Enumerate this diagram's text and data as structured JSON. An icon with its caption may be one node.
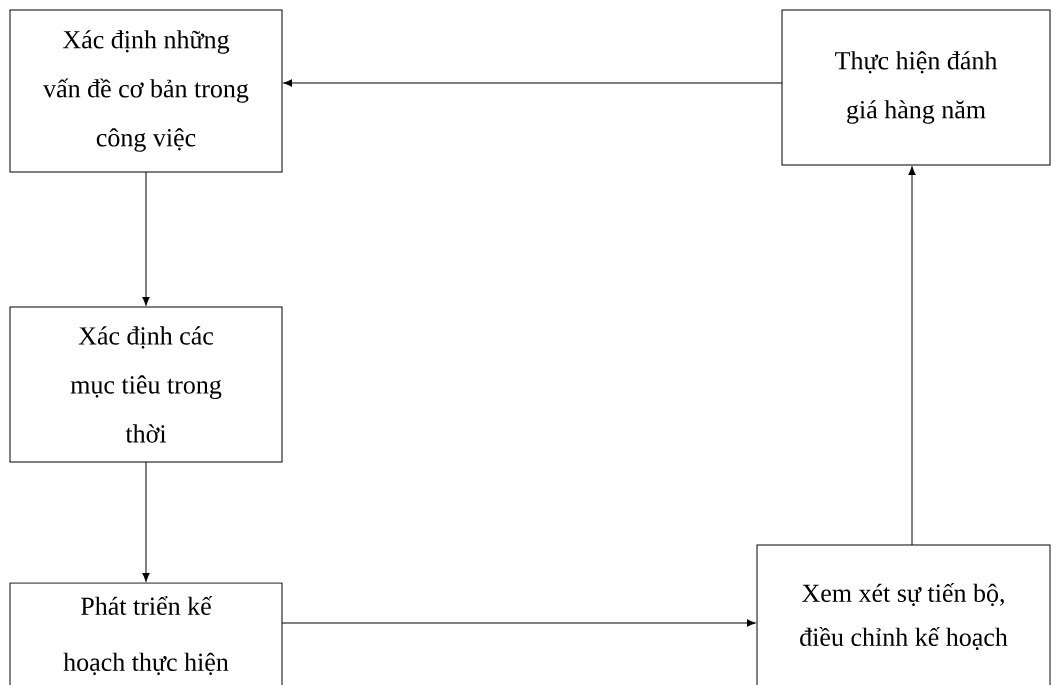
{
  "diagram": {
    "nodes": [
      {
        "text": [
          "Xác định những vấn đề cơ bản trong công việc"
        ]
      },
      {
        "text": [
          "Thực hiện đánh giá hàng năm"
        ]
      },
      {
        "text": [
          "Xác định các mục tiêu trong thời"
        ]
      },
      {
        "text": [
          "Phát triển kế hoạch thực hiện"
        ]
      },
      {
        "text": [
          "Xem xét sự tiến bộ, điều chỉnh kế hoạch"
        ]
      }
    ],
    "edges": [
      {
        "from": 1,
        "to": 0,
        "arrow": "to"
      },
      {
        "from": 0,
        "to": 2,
        "arrow": "to"
      },
      {
        "from": 2,
        "to": 3,
        "arrow": "to"
      },
      {
        "from": 3,
        "to": 4,
        "arrow": "to"
      },
      {
        "from": 4,
        "to": 1,
        "arrow": "to"
      }
    ]
  }
}
